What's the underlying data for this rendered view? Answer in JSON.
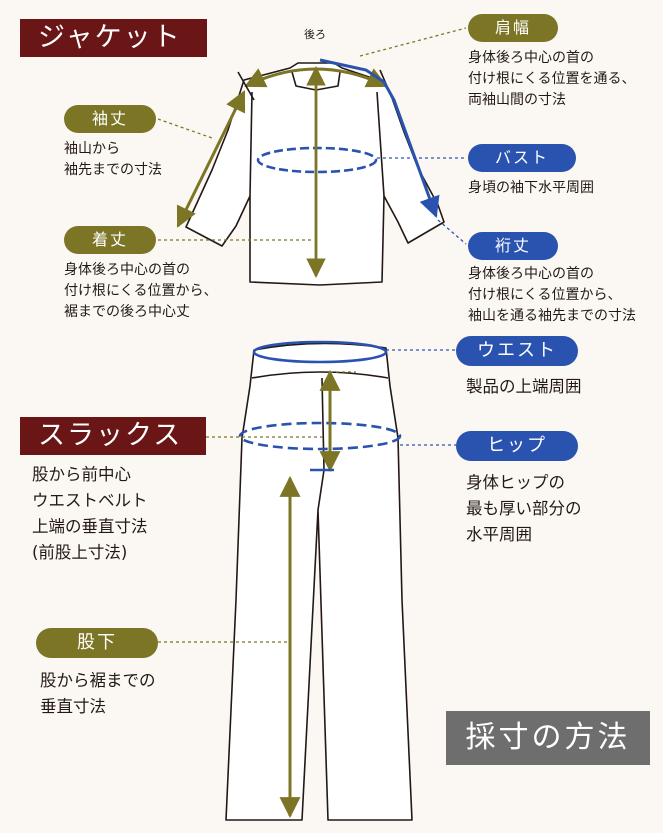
{
  "jacket": {
    "title": "ジャケット",
    "back_label": "後ろ",
    "shoulder": {
      "label": "肩幅",
      "lines": [
        "身体後ろ中心の首の",
        "付け根にくる位置を通る、",
        "両袖山間の寸法"
      ]
    },
    "sleeve": {
      "label": "袖丈",
      "lines": [
        "袖山から",
        "袖先までの寸法"
      ]
    },
    "bust": {
      "label": "バスト",
      "lines": [
        "身頃の袖下水平周囲"
      ]
    },
    "length": {
      "label": "着丈",
      "lines": [
        "身体後ろ中心の首の",
        "付け根にくる位置から、",
        "裾までの後ろ中心丈"
      ]
    },
    "yuki": {
      "label": "裄丈",
      "lines": [
        "身体後ろ中心の首の",
        "付け根にくる位置から、",
        "袖山を通る袖先までの寸法"
      ]
    }
  },
  "slacks": {
    "title": "スラックス",
    "rise": {
      "lines": [
        "股から前中心",
        "ウエストベルト",
        "上端の垂直寸法",
        "(前股上寸法)"
      ]
    },
    "waist": {
      "label": "ウエスト",
      "lines": [
        "製品の上端周囲"
      ]
    },
    "hip": {
      "label": "ヒップ",
      "lines": [
        "身体ヒップの",
        "最も厚い部分の",
        "水平周囲"
      ]
    },
    "inseam": {
      "label": "股下",
      "lines": [
        "股から裾までの",
        "垂直寸法"
      ]
    }
  },
  "footer_title": "採寸の方法",
  "colors": {
    "olive": "#7d7526",
    "blue": "#2a53b0",
    "maroon": "#6b1616",
    "gray": "#6e6e6e"
  }
}
